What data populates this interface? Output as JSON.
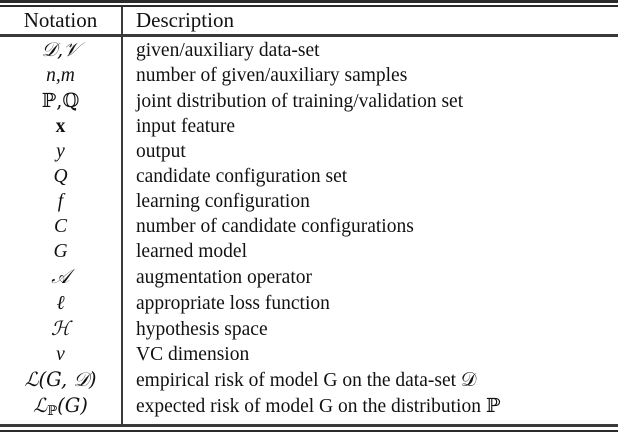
{
  "table": {
    "columns": [
      {
        "key": "notation",
        "header": "Notation"
      },
      {
        "key": "description",
        "header": "Description"
      }
    ],
    "rows": [
      {
        "notation": "𝒟,𝒱",
        "description": "given/auxiliary data-set"
      },
      {
        "notation": "n,m",
        "description": "number of given/auxiliary samples"
      },
      {
        "notation": "ℙ,ℚ",
        "description": "joint distribution of training/validation set"
      },
      {
        "notation": "x",
        "description": "input feature"
      },
      {
        "notation": "y",
        "description": "output"
      },
      {
        "notation": "Q",
        "description": "candidate configuration set"
      },
      {
        "notation": "f",
        "description": "learning configuration"
      },
      {
        "notation": "C",
        "description": "number of candidate configurations"
      },
      {
        "notation": "G",
        "description": "learned model"
      },
      {
        "notation": "𝒜",
        "description": "augmentation operator"
      },
      {
        "notation": "ℓ",
        "description": "appropriate loss function"
      },
      {
        "notation": "ℋ",
        "description": "hypothesis space"
      },
      {
        "notation": "v",
        "description": "VC dimension"
      },
      {
        "notation": "ℒ(G, 𝒟)",
        "description": "empirical risk of model G on the data-set 𝒟"
      },
      {
        "notation": "ℒℙ(G)",
        "description": "expected risk of model G on the distribution ℙ"
      }
    ],
    "rules": {
      "top": "double",
      "header_separator": "single",
      "bottom": "double",
      "column_separator": "vertical-single",
      "color": "#2b2b2b"
    }
  }
}
